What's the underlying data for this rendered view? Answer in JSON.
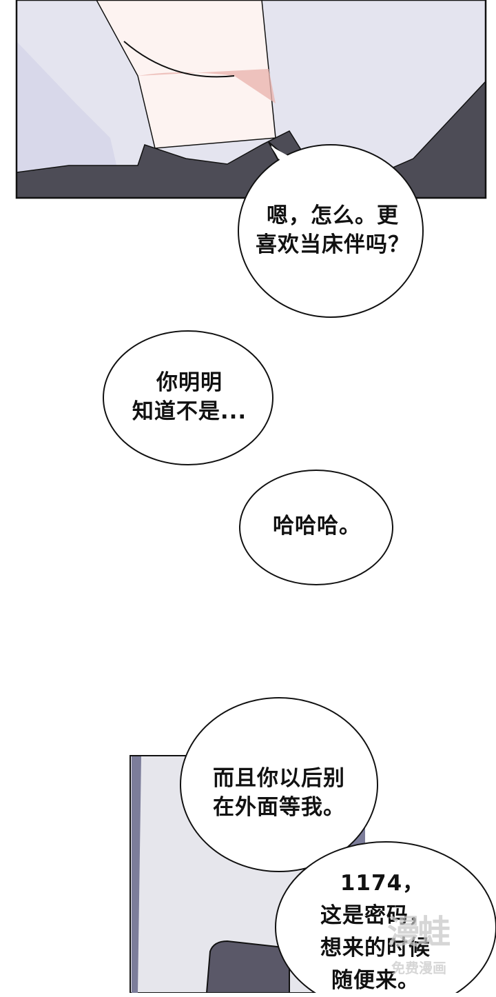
{
  "comic": {
    "bubbles": [
      {
        "lines": [
          "嗯，怎么。更",
          "喜欢当床伴吗？"
        ]
      },
      {
        "lines": [
          "你明明",
          "知道不是..."
        ]
      },
      {
        "lines": [
          "哈哈哈。"
        ]
      },
      {
        "lines": [
          "而且你以后别",
          "在外面等我。"
        ]
      },
      {
        "lines": [
          "1174，",
          "这是密码，",
          "想来的时候",
          "随便来。"
        ]
      }
    ],
    "watermark": {
      "logo": "漫蛙",
      "caption": "免费漫画"
    },
    "colors": {
      "background": "#e4e4ef",
      "sweater": "#4d4c56",
      "skin": "#fdf3f1",
      "shadow": "#eab5b0"
    }
  }
}
